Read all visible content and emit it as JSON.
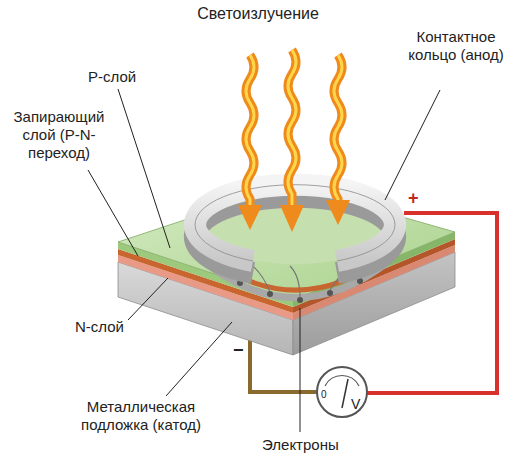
{
  "diagram": {
    "labels": [
      "Светоизлучение",
      "Р-слой",
      "Контактное кольцо (анод)",
      "Запирающий слой (P-N- переход)",
      "N-слой",
      "Металлическая подложка (катод)",
      "Электроны",
      "+",
      "−",
      "0",
      "V"
    ]
  }
}
